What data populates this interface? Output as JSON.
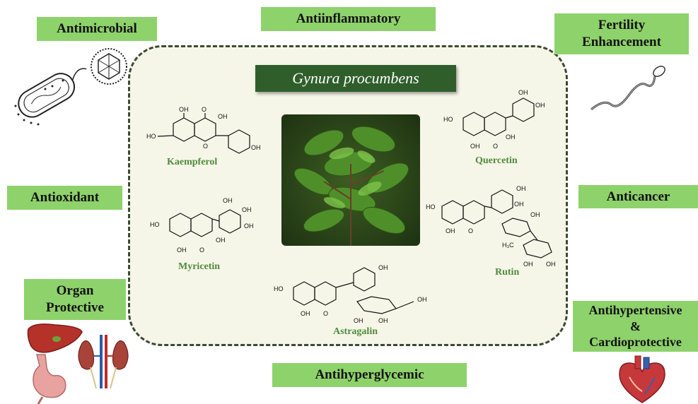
{
  "title": "Gynura procumbens",
  "activities": {
    "antimicrobial": "Antimicrobial",
    "antiinflammatory": "Antiinflammatory",
    "fertility_line1": "Fertility",
    "fertility_line2": "Enhancement",
    "antioxidant": "Antioxidant",
    "anticancer": "Anticancer",
    "organ_line1": "Organ",
    "organ_line2": "Protective",
    "antihypertensive_line1": "Antihypertensive",
    "antihypertensive_line2": "&",
    "antihypertensive_line3": "Cardioprotective",
    "antihyperglycemic": "Antihyperglycemic"
  },
  "compounds": {
    "kaempferol": "Kaempferol",
    "quercetin": "Quercetin",
    "myricetin": "Myricetin",
    "rutin": "Rutin",
    "astragalin": "Astragalin"
  },
  "atoms": {
    "oh": "OH",
    "ho": "HO",
    "o": "O",
    "h3c": "H₃C"
  },
  "colors": {
    "label_bg": "#8ed26b",
    "title_bg": "#2f5e2b",
    "panel_bg": "#f6f6e8",
    "compound_text": "#4f8a3c"
  },
  "icons": [
    "bacterium-icon",
    "virus-icon",
    "sperm-icon",
    "liver-icon",
    "kidney-icon",
    "stomach-icon",
    "heart-icon",
    "plant-photo"
  ]
}
